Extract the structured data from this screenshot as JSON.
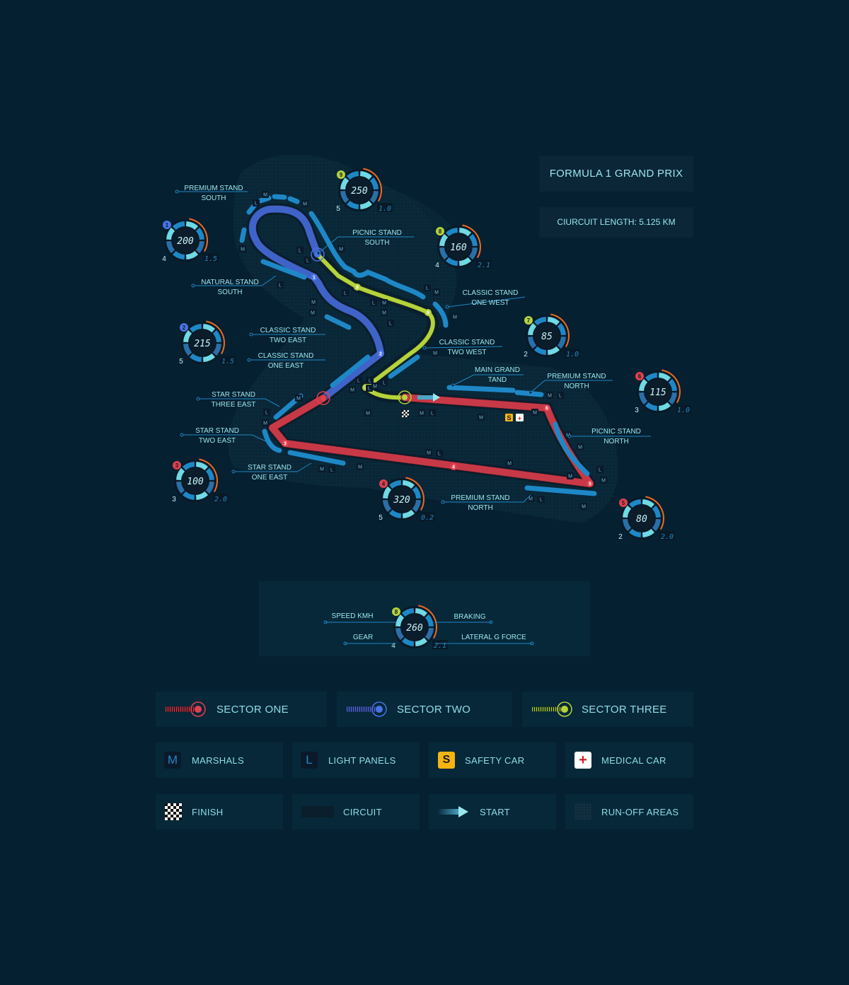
{
  "header": {
    "title": "FORMULA 1 GRAND PRIX",
    "circuit_length": "CIURCUIT LENGTH: 5.125 KM"
  },
  "colors": {
    "background": "#052030",
    "sector_one": "#e0404f",
    "sector_two": "#4a72e6",
    "sector_three": "#b5d33a",
    "stand": "#1e88c7",
    "label": "#9be6ee",
    "gauge_accent": "#f06a22",
    "safety_car": "#f5b50f",
    "medical_car": "#ffffff"
  },
  "stands": [
    {
      "id": "premium-stand-south",
      "line1": "PREMIUM STAND",
      "line2": "SOUTH"
    },
    {
      "id": "picnic-stand-south",
      "line1": "PICNIC STAND",
      "line2": "SOUTH"
    },
    {
      "id": "natural-stand-south",
      "line1": "NATURAL STAND",
      "line2": "SOUTH"
    },
    {
      "id": "classic-stand-one-west",
      "line1": "CLASSIC STAND",
      "line2": "ONE WEST"
    },
    {
      "id": "classic-stand-two-east",
      "line1": "CLASSIC STAND",
      "line2": "TWO EAST"
    },
    {
      "id": "classic-stand-two-west",
      "line1": "CLASSIC STAND",
      "line2": "TWO WEST"
    },
    {
      "id": "classic-stand-one-east",
      "line1": "CLASSIC STAND",
      "line2": "ONE EAST"
    },
    {
      "id": "main-grand-stand",
      "line1": "MAIN GRAND",
      "line2": "TAND"
    },
    {
      "id": "premium-stand-north-top",
      "line1": "PREMIUM STAND",
      "line2": "NORTH"
    },
    {
      "id": "star-stand-three-east",
      "line1": "STAR STAND",
      "line2": "THREE EAST"
    },
    {
      "id": "star-stand-two-east",
      "line1": "STAR STAND",
      "line2": "TWO EAST"
    },
    {
      "id": "picnic-stand-north",
      "line1": "PICNIC STAND",
      "line2": "NORTH"
    },
    {
      "id": "star-stand-one-east",
      "line1": "STAR STAND",
      "line2": "ONE EAST"
    },
    {
      "id": "premium-stand-north-bottom",
      "line1": "PREMIUM STAND",
      "line2": "NORTH"
    }
  ],
  "corners": [
    {
      "id": 1,
      "speed": "200",
      "gear": "4",
      "g_force": "1.5",
      "sector": "two"
    },
    {
      "id": 2,
      "speed": "215",
      "gear": "5",
      "g_force": "1.5",
      "sector": "two"
    },
    {
      "id": 3,
      "speed": "100",
      "gear": "3",
      "g_force": "2.0",
      "sector": "one"
    },
    {
      "id": 4,
      "speed": "320",
      "gear": "5",
      "g_force": "0.2",
      "sector": "one"
    },
    {
      "id": 5,
      "speed": "80",
      "gear": "2",
      "g_force": "2.0",
      "sector": "one"
    },
    {
      "id": 6,
      "speed": "115",
      "gear": "3",
      "g_force": "1.0",
      "sector": "one"
    },
    {
      "id": 7,
      "speed": "85",
      "gear": "2",
      "g_force": "1.0",
      "sector": "three"
    },
    {
      "id": 8,
      "speed": "160",
      "gear": "4",
      "g_force": "2.1",
      "sector": "three"
    },
    {
      "id": 9,
      "speed": "250",
      "gear": "5",
      "g_force": "1.0",
      "sector": "three"
    }
  ],
  "key": {
    "speed": "SPEED KMH",
    "braking": "BRAKING",
    "gear": "GEAR",
    "lateral": "LATERAL G FORCE",
    "example": {
      "id": 8,
      "speed": "260",
      "gear": "4",
      "g_force": "2.1"
    }
  },
  "markers": {
    "marshal": "M",
    "light_panel": "L",
    "safety": "S",
    "medical": "+"
  },
  "legend": {
    "sector_one": "SECTOR ONE",
    "sector_two": "SECTOR TWO",
    "sector_three": "SECTOR THREE",
    "marshals": "MARSHALS",
    "light_panels": "LIGHT PANELS",
    "safety_car": "SAFETY CAR",
    "medical_car": "MEDICAL CAR",
    "finish": "FINISH",
    "circuit": "CIRCUIT",
    "start": "START",
    "runoff": "RUN-OFF AREAS"
  }
}
